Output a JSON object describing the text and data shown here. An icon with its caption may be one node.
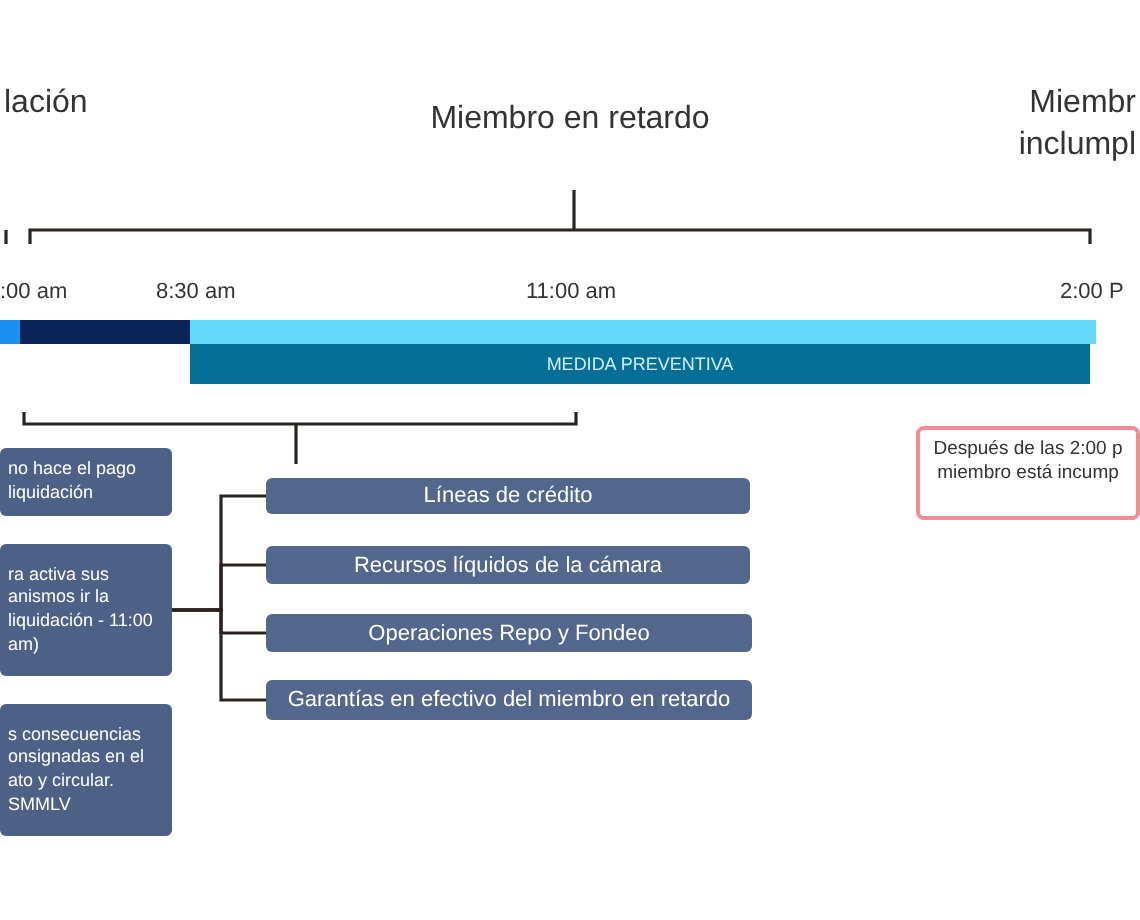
{
  "diagram": {
    "nodes": [
      {
        "text": [
          "lación"
        ]
      },
      {
        "text": [
          "Miembro en retardo"
        ]
      },
      {
        "text": [
          "Miembr inclumpl"
        ]
      },
      {
        "text": [
          "no hace el pago liquidación"
        ]
      },
      {
        "text": [
          "ra activa sus anismos ir la liquidación - 11:00 am)"
        ]
      },
      {
        "text": [
          "s consecuencias onsignadas en el ato y circular. SMMLV"
        ]
      },
      {
        "text": [
          "Líneas de crédito"
        ]
      },
      {
        "text": [
          "Recursos líquidos de la cámara"
        ]
      },
      {
        "text": [
          "Operaciones Repo y Fondeo"
        ]
      },
      {
        "text": [
          "Garantías en efectivo del miembro en retardo"
        ]
      },
      {
        "text": [
          "Después de las 2:00 p miembro está incump"
        ]
      },
      {
        "text": [
          "MEDIDA PREVENTIVA"
        ]
      }
    ],
    "edges": [
      {
        "from": 4,
        "to": 6,
        "arrow": "none"
      },
      {
        "from": 4,
        "to": 7,
        "arrow": "none"
      },
      {
        "from": 4,
        "to": 8,
        "arrow": "none"
      },
      {
        "from": 4,
        "to": 9,
        "arrow": "none"
      }
    ],
    "labels": [
      ":00 am",
      "8:30 am",
      "11:00 am",
      "2:00 P"
    ]
  }
}
